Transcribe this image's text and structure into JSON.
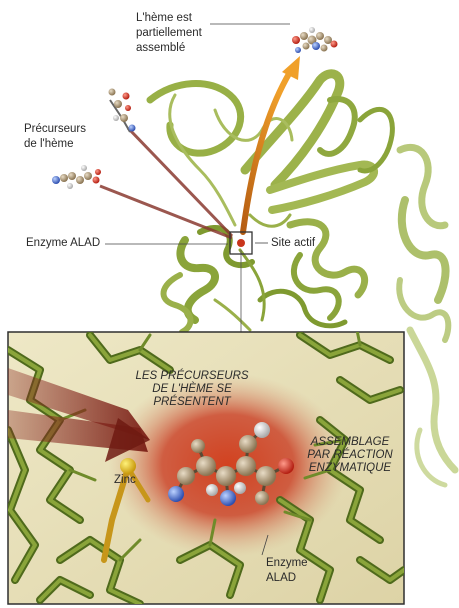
{
  "labels": {
    "heme_assembled": [
      "L'hème est",
      "partiellement",
      "assemblé"
    ],
    "precursors": [
      "Précurseurs",
      "de l'hème"
    ],
    "enzyme_top": "Enzyme ALAD",
    "active_site": "Site actif",
    "inset_precursors": [
      "LES PRÉCURSEURS",
      "DE L'HÈME SE",
      "PRÉSENTENT"
    ],
    "inset_assembly": [
      "ASSEMBLAGE",
      "PAR RÉACTION",
      "ENZYMATIQUE"
    ],
    "zinc": "Zinc",
    "enzyme_inset": [
      "Enzyme",
      "ALAD"
    ]
  },
  "colors": {
    "ribbon": "#8aa43a",
    "ribbon_light": "#b8c96a",
    "ribbon_dark": "#5f7a22",
    "inset_bg": "#e9e2bd",
    "active_glow": "#c62a12",
    "arrow_orange": "#e08a1a",
    "arrow_brown": "#7a2b22",
    "zinc": "#e6c21a"
  }
}
